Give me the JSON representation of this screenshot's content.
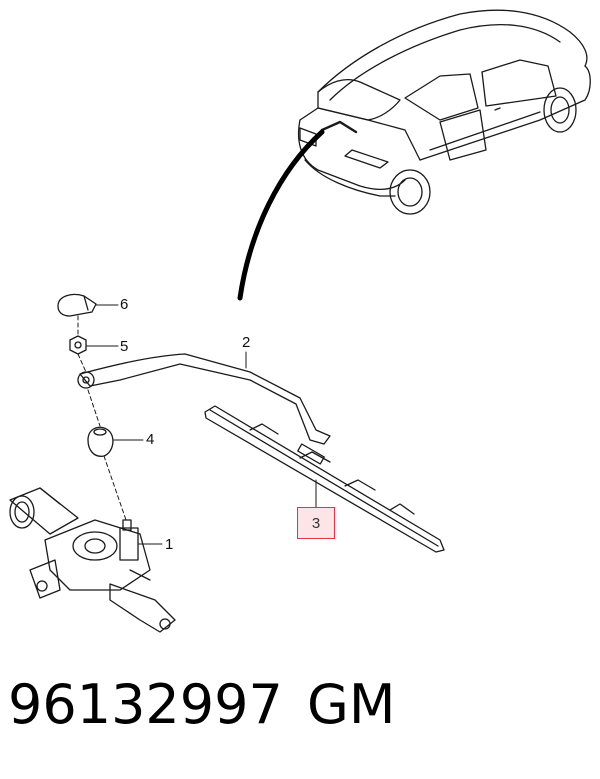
{
  "diagram": {
    "callouts": [
      {
        "id": "1",
        "label": "1"
      },
      {
        "id": "2",
        "label": "2"
      },
      {
        "id": "3",
        "label": "3",
        "highlighted": true
      },
      {
        "id": "4",
        "label": "4"
      },
      {
        "id": "5",
        "label": "5"
      },
      {
        "id": "6",
        "label": "6"
      }
    ],
    "highlight_color": "#e5324a",
    "highlight_fill": "#fde4e7"
  },
  "footer": {
    "part_number": "96132997",
    "brand": "GM"
  }
}
